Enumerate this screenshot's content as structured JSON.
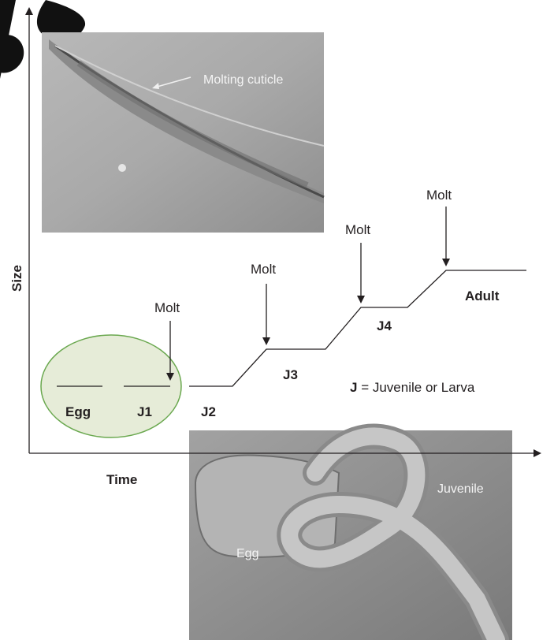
{
  "axes": {
    "y_label": "Size",
    "x_label": "Time"
  },
  "stages": {
    "egg": "Egg",
    "j1": "J1",
    "j2": "J2",
    "j3": "J3",
    "j4": "J4",
    "adult": "Adult"
  },
  "molt_labels": [
    "Molt",
    "Molt",
    "Molt",
    "Molt"
  ],
  "legend": {
    "key": "J",
    "text": " = Juvenile or Larva"
  },
  "photo_top": {
    "label": "Molting cuticle"
  },
  "photo_bottom": {
    "egg_label": "Egg",
    "juvenile_label": "Juvenile"
  },
  "colors": {
    "egg_fill": "#e6ecd8",
    "egg_stroke": "#6aa84f",
    "line": "#231f20",
    "watermark": "#111111"
  }
}
